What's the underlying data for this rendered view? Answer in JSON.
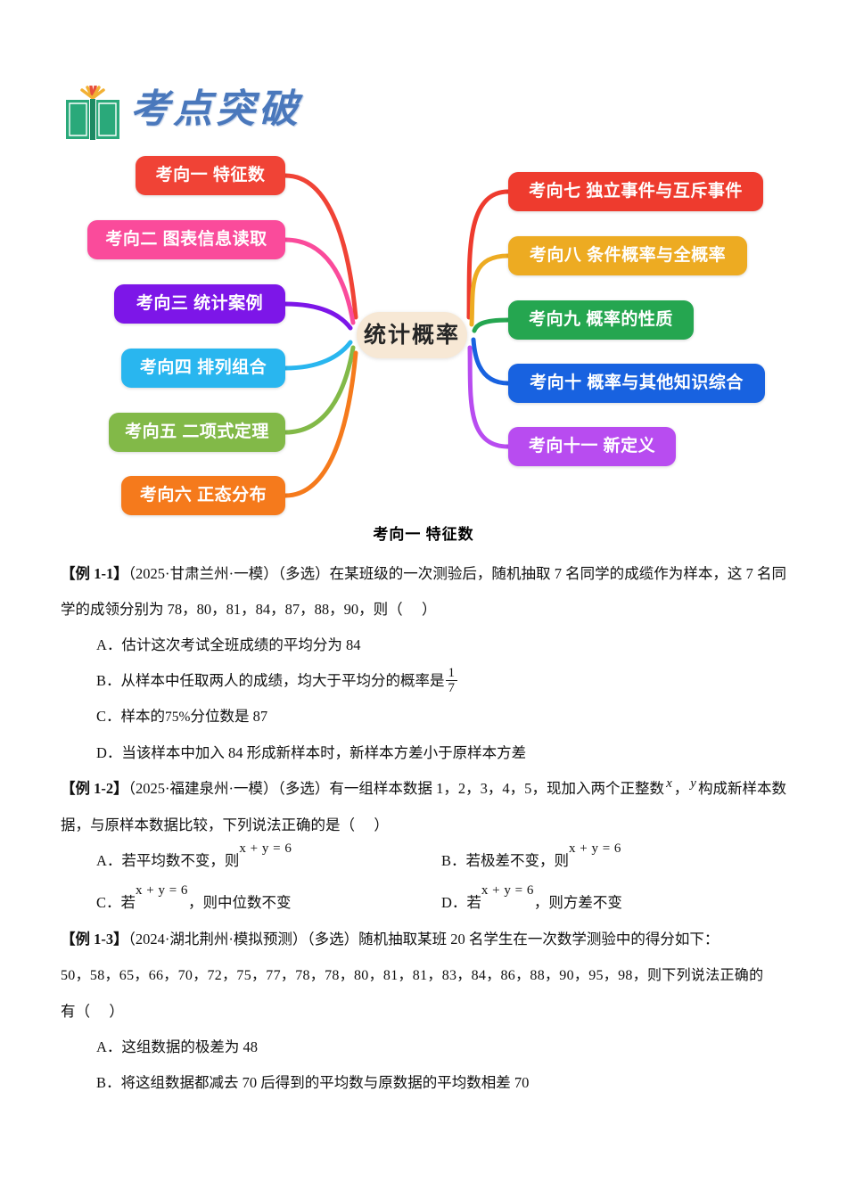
{
  "header": {
    "title": "考点突破",
    "icon": "open-book-icon"
  },
  "mindmap": {
    "center": {
      "label": "统计概率",
      "bg": "#f7e8d5",
      "text_color": "#262626"
    },
    "left_nodes": [
      {
        "label": "考向一 特征数",
        "color": "#f04336"
      },
      {
        "label": "考向二 图表信息读取",
        "color": "#fa4b9b"
      },
      {
        "label": "考向三 统计案例",
        "color": "#7d16e8"
      },
      {
        "label": "考向四 排列组合",
        "color": "#29b6ef"
      },
      {
        "label": "考向五 二项式定理",
        "color": "#82b948"
      },
      {
        "label": "考向六 正态分布",
        "color": "#f57a1c"
      }
    ],
    "right_nodes": [
      {
        "label": "考向七 独立事件与互斥事件",
        "color": "#ee3b2e"
      },
      {
        "label": "考向八 条件概率与全概率",
        "color": "#edab22"
      },
      {
        "label": "考向九 概率的性质",
        "color": "#25a650"
      },
      {
        "label": "考向十 概率与其他知识综合",
        "color": "#1862e0"
      },
      {
        "label": "考向十一 新定义",
        "color": "#b84cf0"
      }
    ]
  },
  "document": {
    "section_heading": "考向一 特征数",
    "example_1_1": {
      "tag": "【例 1-1】",
      "source": "（2025·甘肃兰州·一模）（多选）",
      "body_part1": "在某班级的一次测验后，随机抽取 7 名同学的成缆作为样本，这 7 名同学的成领分别为 78，80，81，84，87，88，90，则（",
      "body_part2": "）",
      "options": {
        "A": {
          "letter": "A．",
          "text": "估计这次考试全班成绩的平均分为 84"
        },
        "B": {
          "letter": "B．",
          "text_before": "从样本中任取两人的成绩，均大于平均分的概率是",
          "frac_num": "1",
          "frac_den": "7"
        },
        "C": {
          "letter": "C．",
          "text_before": "样本的",
          "percent": "75%",
          "text_after": "分位数是 87"
        },
        "D": {
          "letter": "D．",
          "text": "当该样本中加入 84 形成新样本时，新样本方差小于原样本方差"
        }
      }
    },
    "example_1_2": {
      "tag": "【例 1-2】",
      "source": "（2025·福建泉州·一模）（多选）",
      "body_part1": "有一组样本数据 1，2，3，4，5，现加入两个正整数",
      "var1": "x",
      "comma": "，",
      "var2": "y",
      "body_part2": "构成新样本数据，与原样本数据比较，下列说法正确的是（",
      "body_part3": "）",
      "options": {
        "A": {
          "letter": "A．",
          "text_before": "若平均数不变，则",
          "formula": "x + y = 6"
        },
        "B": {
          "letter": "B．",
          "text_before": "若极差不变，则",
          "formula": "x + y = 6"
        },
        "C": {
          "letter": "C．",
          "text_before": "若",
          "formula": "x + y = 6",
          "text_after": "，则中位数不变"
        },
        "D": {
          "letter": "D．",
          "text_before": "若",
          "formula": "x + y = 6",
          "text_after": "，则方差不变"
        }
      }
    },
    "example_1_3": {
      "tag": "【例 1-3】",
      "source": "（2024·湖北荆州·模拟预测）（多选）",
      "body_part1": "随机抽取某班 20 名学生在一次数学测验中的得分如下：",
      "data_line": "50，58，65，66，70，72，75，77，78，78，80，81，81，83，84，86，88，90，95，98，则下列说法正确的",
      "body_part2": "有（",
      "body_part3": "）",
      "options": {
        "A": {
          "letter": "A．",
          "text": "这组数据的极差为 48"
        },
        "B": {
          "letter": "B．",
          "text": "将这组数据都减去 70 后得到的平均数与原数据的平均数相差 70"
        }
      }
    }
  }
}
